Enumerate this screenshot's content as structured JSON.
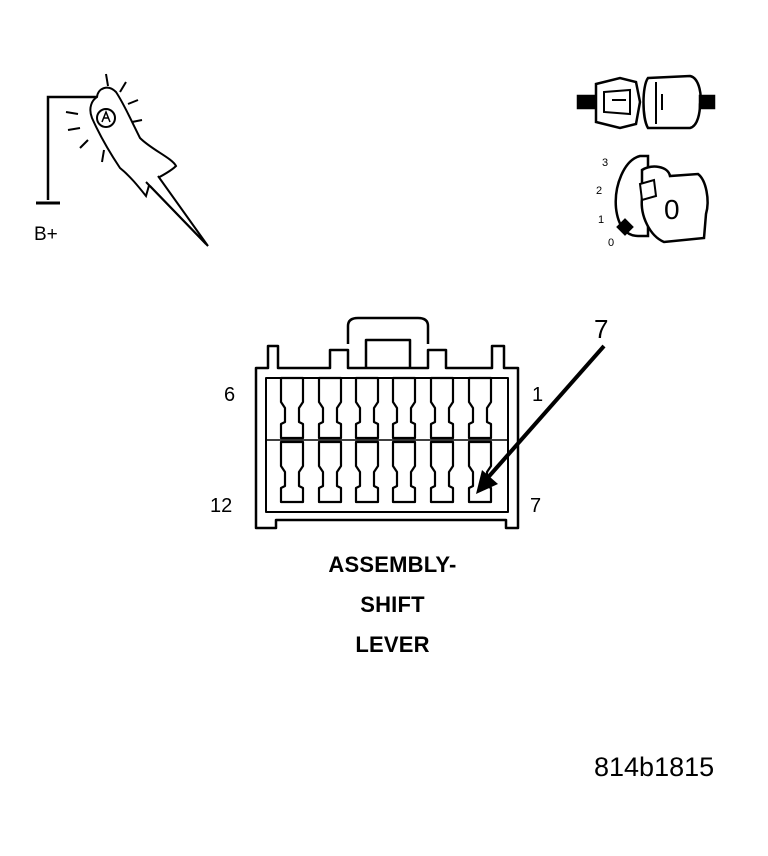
{
  "probe": {
    "supply_label": "B+"
  },
  "ignition": {
    "positions": [
      "3",
      "2",
      "1",
      "0"
    ],
    "selected_label": "0"
  },
  "connector": {
    "pin_labels": {
      "top_left": "6",
      "top_right": "1",
      "bottom_left": "12",
      "bottom_right": "7"
    },
    "callout_label": "7",
    "title_lines": [
      "ASSEMBLY-",
      "SHIFT",
      "LEVER"
    ]
  },
  "figure_id": "814b1815"
}
